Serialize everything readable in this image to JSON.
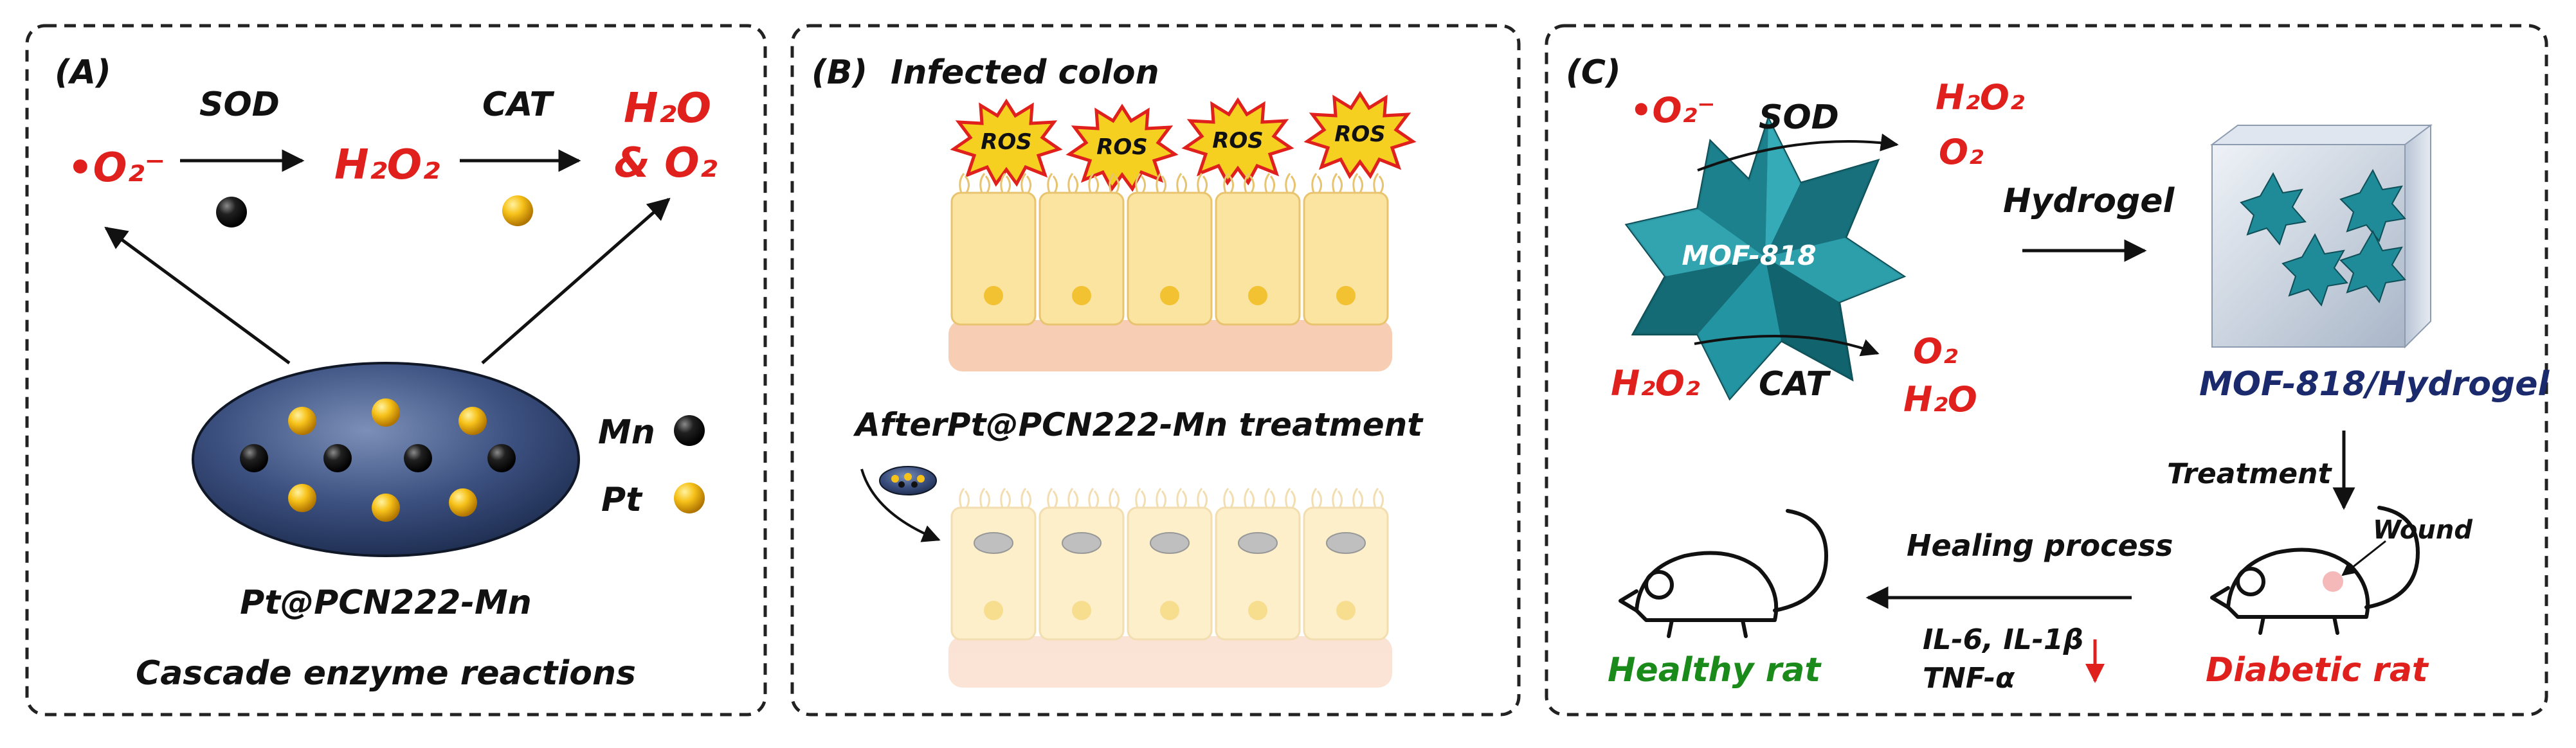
{
  "panel_a": {
    "label": "(A)",
    "superoxide": "•O₂⁻",
    "sod": "SOD",
    "h2o2": "H₂O₂",
    "cat": "CAT",
    "h2o": "H₂O",
    "and_o2": "& O₂",
    "mn": "Mn",
    "pt": "Pt",
    "particle": "Pt@PCN222-Mn",
    "caption": "Cascade enzyme reactions"
  },
  "panel_b": {
    "label": "(B)",
    "title": "Infected colon",
    "ros": [
      "ROS",
      "ROS",
      "ROS",
      "ROS"
    ],
    "treatment": "AfterPt@PCN222-Mn treatment"
  },
  "panel_c": {
    "label": "(C)",
    "superoxide": "•O₂⁻",
    "sod": "SOD",
    "h2o2_top": "H₂O₂",
    "o2_top": "O₂",
    "mof": "MOF-818",
    "h2o2_left": "H₂O₂",
    "cat": "CAT",
    "o2_bottom": "O₂",
    "h2o_bottom": "H₂O",
    "hydrogel": "Hydrogel",
    "mof_hydrogel": "MOF-818/Hydrogel",
    "treatment": "Treatment",
    "wound": "Wound",
    "healing": "Healing process",
    "cytokines_1": "IL-6, IL-1β",
    "cytokines_2": "TNF-α",
    "healthy": "Healthy rat",
    "diabetic": "Diabetic rat"
  }
}
